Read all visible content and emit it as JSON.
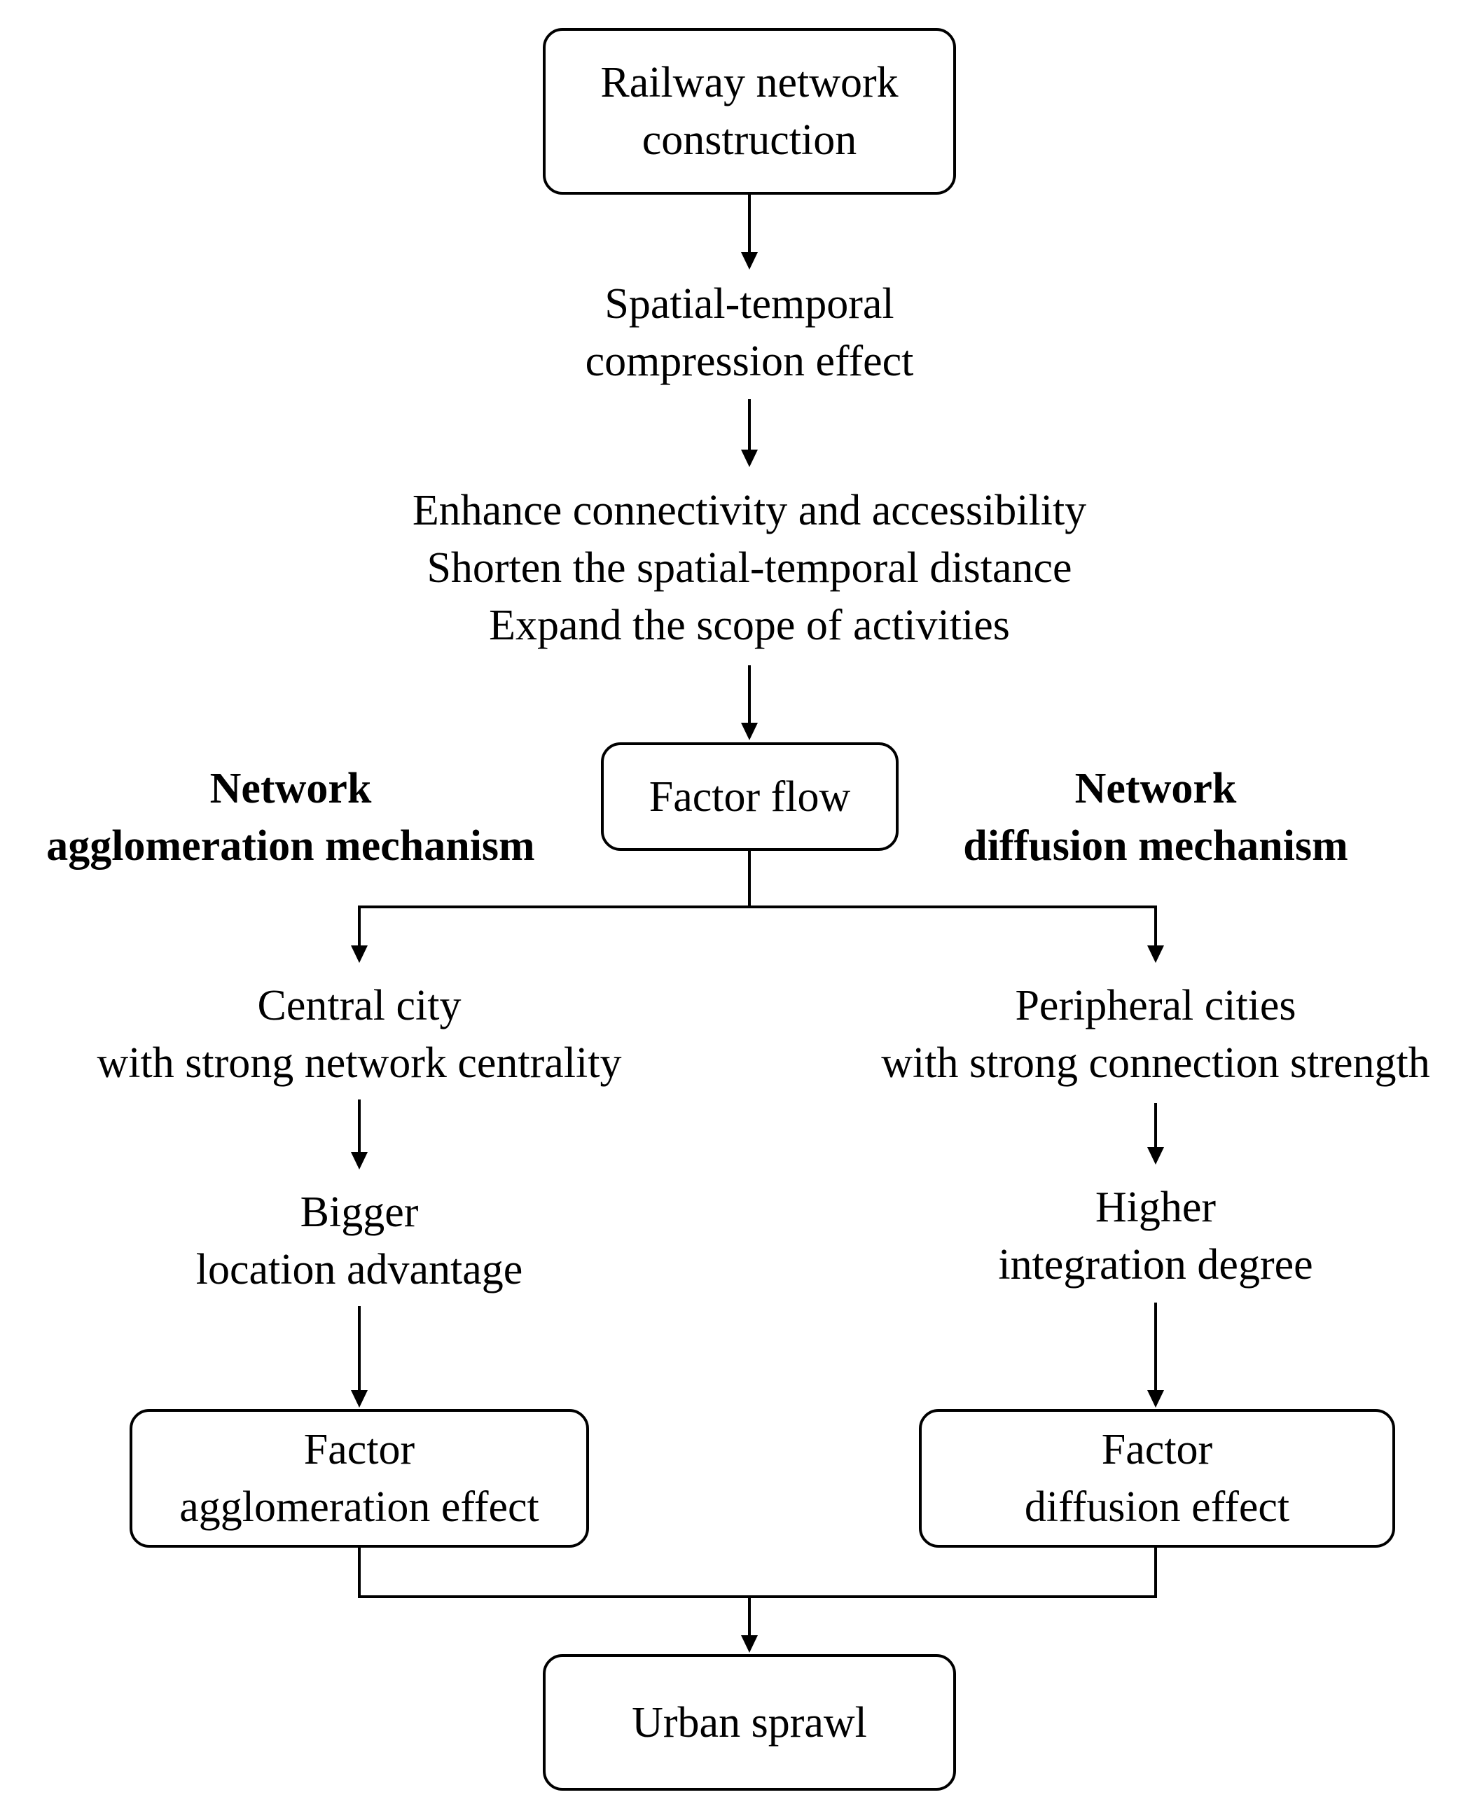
{
  "nodes": {
    "railway": {
      "lines": [
        "Railway network",
        "construction"
      ]
    },
    "compression": {
      "lines": [
        "Spatial-temporal",
        "compression effect"
      ]
    },
    "enhance": {
      "lines": [
        "Enhance connectivity and accessibility",
        "Shorten the spatial-temporal distance",
        "Expand the  scope of activities"
      ]
    },
    "factor_flow": {
      "lines": [
        "Factor flow"
      ]
    },
    "agglomeration_mechanism": {
      "lines": [
        "Network",
        "agglomeration mechanism"
      ]
    },
    "diffusion_mechanism": {
      "lines": [
        "Network",
        "diffusion mechanism"
      ]
    },
    "central_city": {
      "lines": [
        "Central city",
        "with strong network centrality"
      ]
    },
    "peripheral_cities": {
      "lines": [
        "Peripheral cities",
        "with strong connection strength"
      ]
    },
    "bigger": {
      "lines": [
        "Bigger",
        "location advantage"
      ]
    },
    "higher": {
      "lines": [
        "Higher",
        "integration degree"
      ]
    },
    "agglomeration_effect": {
      "lines": [
        "Factor",
        "agglomeration effect"
      ]
    },
    "diffusion_effect": {
      "lines": [
        "Factor",
        "diffusion effect"
      ]
    },
    "urban_sprawl": {
      "lines": [
        "Urban sprawl"
      ]
    }
  },
  "colors": {
    "stroke": "#000000",
    "background": "#ffffff"
  }
}
